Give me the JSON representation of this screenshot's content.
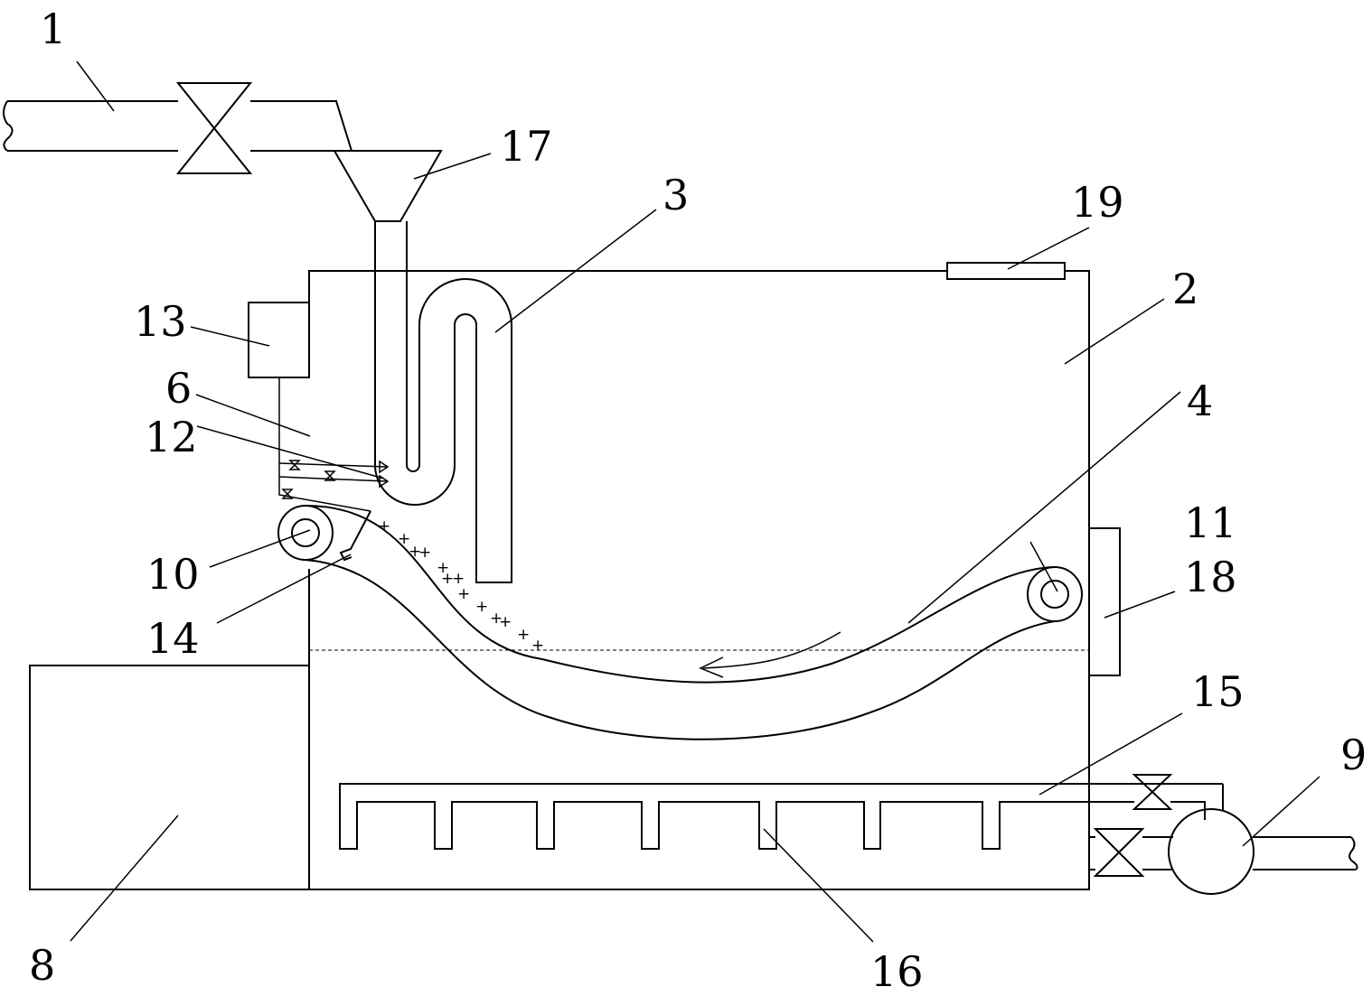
{
  "labels": {
    "l1": "1",
    "l2": "2",
    "l3": "3",
    "l4": "4",
    "l6": "6",
    "l8": "8",
    "l9": "9",
    "l10": "10",
    "l11": "11",
    "l12": "12",
    "l13": "13",
    "l14": "14",
    "l15": "15",
    "l16": "16",
    "l17": "17",
    "l18": "18",
    "l19": "19"
  },
  "particle_symbol": "+",
  "colors": {
    "stroke": "#000000",
    "background": "#ffffff"
  }
}
